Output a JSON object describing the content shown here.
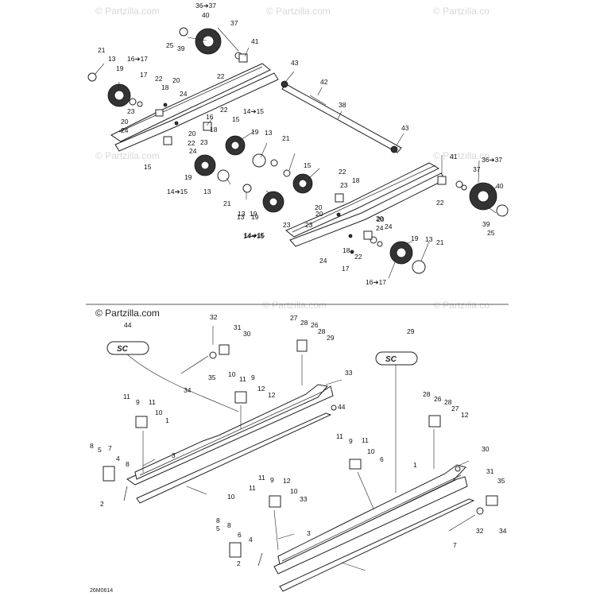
{
  "watermarks": [
    "© Partzilla.com",
    "© Partzilla.com",
    "© Partzilla.co",
    "© Partzilla.com",
    "© Partzilla.com",
    "© Partzilla.co",
    "© Partzilla.co"
  ],
  "copyright": "© Partzilla.com",
  "diagram_code": "26M0614",
  "callouts_top": [
    "36➔37",
    "40",
    "37",
    "25",
    "39",
    "41",
    "22",
    "21",
    "13",
    "16➔17",
    "19",
    "17",
    "22",
    "20",
    "18",
    "24",
    "23",
    "43",
    "42",
    "38",
    "20",
    "24",
    "22",
    "16",
    "15",
    "14➔15",
    "19",
    "13",
    "21",
    "18",
    "20",
    "22",
    "24",
    "23",
    "15",
    "19",
    "13",
    "14➔15",
    "21",
    "13",
    "19",
    "14➔15",
    "43",
    "41",
    "36➔37",
    "37",
    "40",
    "15",
    "22",
    "18",
    "23",
    "20",
    "20",
    "24",
    "23",
    "13",
    "19",
    "14➔15",
    "39",
    "25",
    "22",
    "24",
    "22",
    "18",
    "17",
    "16➔17",
    "19",
    "13",
    "21",
    "23",
    "20",
    "20",
    "24"
  ],
  "callouts_bottom": [
    "44",
    "32",
    "31",
    "30",
    "27",
    "28",
    "26",
    "28",
    "29",
    "35",
    "34",
    "10",
    "11",
    "9",
    "12",
    "12",
    "11",
    "9",
    "11",
    "10",
    "1",
    "33",
    "44",
    "29",
    "28",
    "26",
    "28",
    "27",
    "12",
    "11",
    "9",
    "11",
    "10",
    "6",
    "8",
    "5",
    "7",
    "8",
    "4",
    "3",
    "2",
    "10",
    "11",
    "9",
    "12",
    "11",
    "10",
    "33",
    "1",
    "30",
    "31",
    "35",
    "32",
    "34",
    "7",
    "8",
    "5",
    "8",
    "6",
    "4",
    "3",
    "2"
  ]
}
